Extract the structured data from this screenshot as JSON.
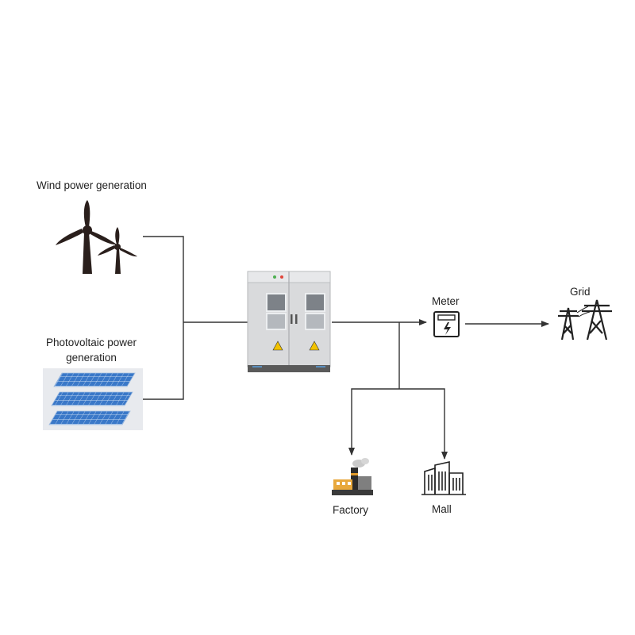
{
  "labels": {
    "wind": "Wind power generation",
    "pv_line1": "Photovoltaic power",
    "pv_line2": "generation",
    "meter": "Meter",
    "grid": "Grid",
    "factory": "Factory",
    "mall": "Mall"
  },
  "colors": {
    "line": "#333333",
    "turbine": "#2a1f1c",
    "cabinet": "#d9dadc",
    "cabinet_base": "#5a5a5a",
    "panel_cell": "#3a78c8",
    "panel_bg": "#e8eaee",
    "warning": "#f2c200"
  },
  "icons": [
    "wind-turbine-icon",
    "solar-panel-icon",
    "energy-storage-cabinet-icon",
    "meter-icon",
    "transmission-tower-icon",
    "factory-icon",
    "mall-icon"
  ]
}
